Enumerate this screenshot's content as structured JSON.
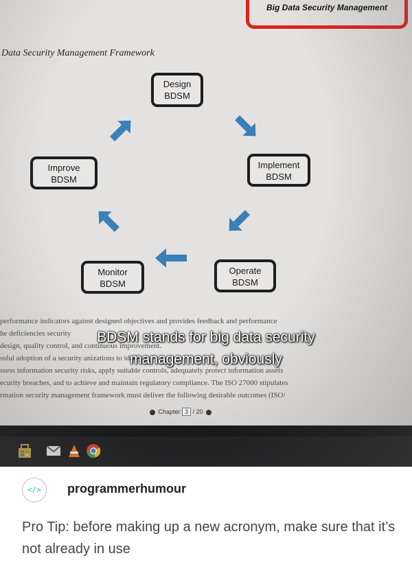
{
  "photo": {
    "callout_text": "Big Data Security Management",
    "doc_title": "Data Security Management Framework",
    "cycle": {
      "design": [
        "Design",
        "BDSM"
      ],
      "implement": [
        "Implement",
        "BDSM"
      ],
      "operate": [
        "Operate",
        "BDSM"
      ],
      "monitor": [
        "Monitor",
        "BDSM"
      ],
      "improve": [
        "Improve",
        "BDSM"
      ]
    },
    "body_lines": [
      "performance indicators against designed objectives and provides feedback and performance",
      "he deficiencies                                                                                                     security",
      "design, quality control, and continuous improvement.",
      "ssful adoption of a security                                                               anizations to iden-",
      "ssess information security risks, apply suitable controls, adequately protect information assets",
      "ecurity breaches, and to achieve and maintain regulatory compliance. The ISO 27000 stipulates",
      "rmation security management framework must deliver the following desirable outcomes (ISO/"
    ],
    "caption_line1": "BDSM stands for big data security",
    "caption_line2": "management, obviously",
    "pager": {
      "prefix": "Chapter",
      "current": "3",
      "total": "/ 20"
    }
  },
  "post": {
    "avatar_text": "</>",
    "username": "programmerhumour",
    "text": "Pro Tip: before making up a new acronym, make sure that it’s not already in use"
  },
  "colors": {
    "callout_red": "#e0211b",
    "arrow_blue": "#3a7fb8",
    "avatar_teal": "#1fb7c9"
  }
}
